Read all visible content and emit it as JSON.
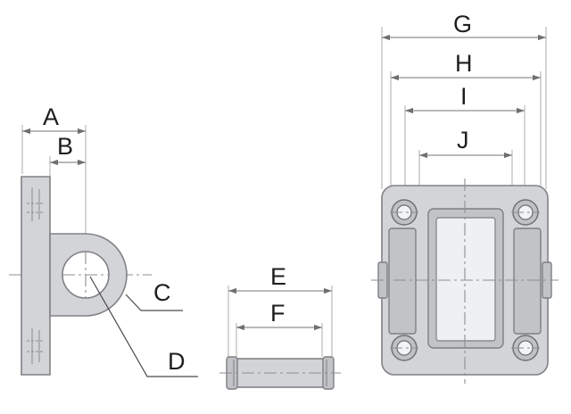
{
  "labels": {
    "A": "A",
    "B": "B",
    "C": "C",
    "D": "D",
    "E": "E",
    "F": "F",
    "G": "G",
    "H": "H",
    "I": "I",
    "J": "J"
  },
  "colors": {
    "part_fill": "#d2d4d8",
    "part_outline": "#808284",
    "dimension_line": "#8f8f8f",
    "label_text": "#1e1e1e"
  }
}
